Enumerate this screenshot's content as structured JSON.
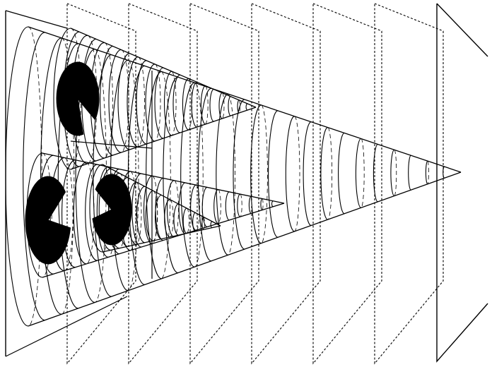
{
  "figure": {
    "description_free": true,
    "colors": {
      "stroke": "#000000",
      "fill": "#000000",
      "background": "#ffffff"
    },
    "dashed_planes": {
      "count": 6
    },
    "cones": [
      {
        "name": "large-cone",
        "rings": 26
      },
      {
        "name": "upper-cone",
        "rings": 22
      },
      {
        "name": "lower-cone",
        "rings": 22
      },
      {
        "name": "inner-cone",
        "rings": 14
      }
    ],
    "pacman_inducers": {
      "count": 3
    }
  }
}
